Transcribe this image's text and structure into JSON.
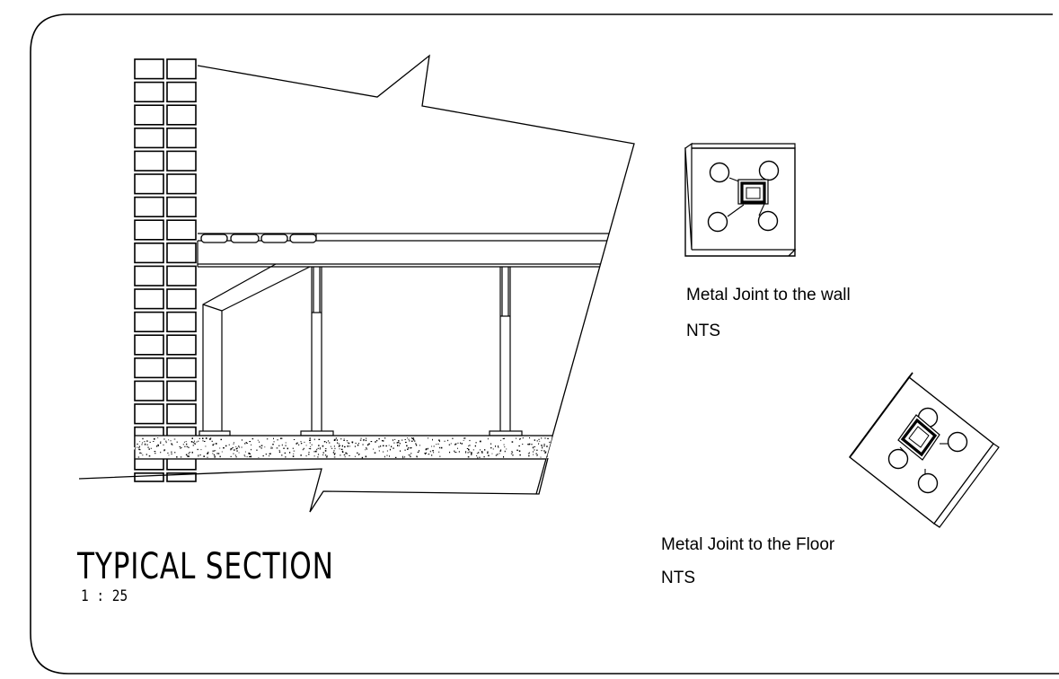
{
  "section": {
    "title": "TYPICAL SECTION",
    "scale": "1 : 25"
  },
  "wall_joint": {
    "caption": "Metal Joint to the wall",
    "note": "NTS"
  },
  "floor_joint": {
    "caption": "Metal Joint to the Floor",
    "note": "NTS"
  },
  "colors": {
    "line": "#000000",
    "background": "#ffffff"
  }
}
